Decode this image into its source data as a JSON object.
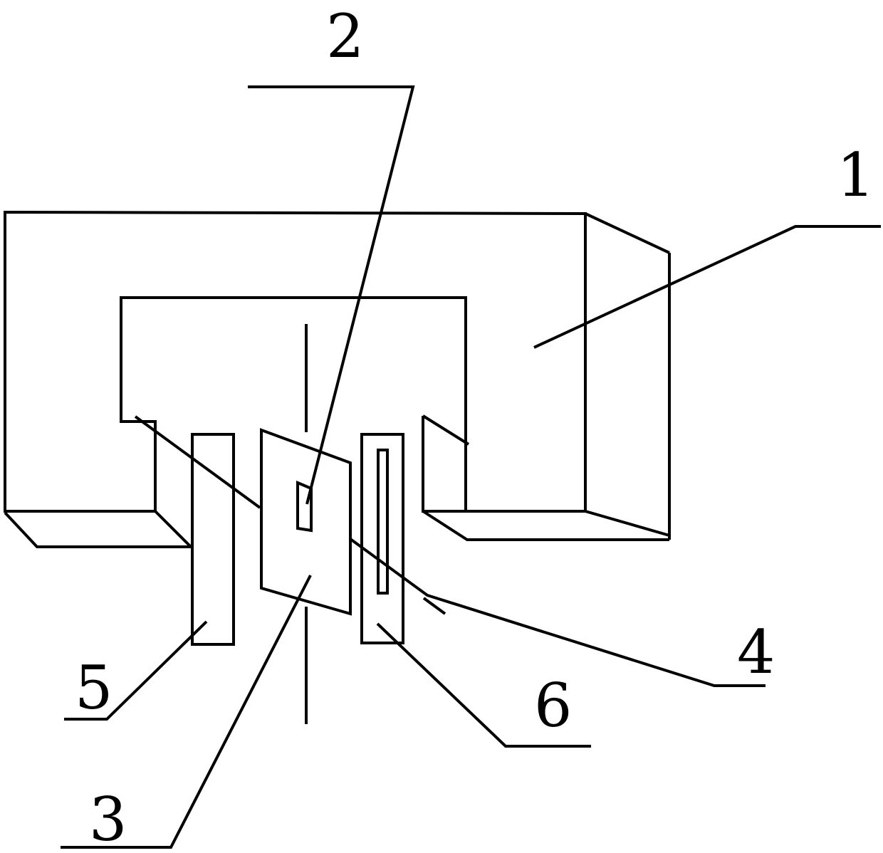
{
  "labels": {
    "magnet_core": "1",
    "sensor_chip": "2",
    "plate": "3",
    "cross_line": "4",
    "left_bar": "5",
    "right_bar": "6"
  },
  "colors": {
    "line": "#000000",
    "background": "#ffffff"
  }
}
